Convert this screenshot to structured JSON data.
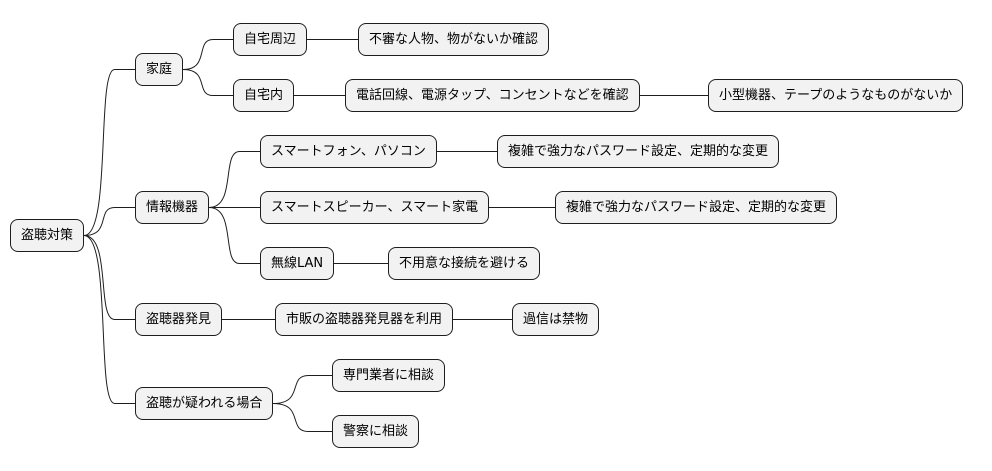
{
  "root": {
    "label": "盗聴対策"
  },
  "branches": [
    {
      "label": "家庭",
      "children": [
        {
          "label": "自宅周辺",
          "children": [
            {
              "label": "不審な人物、物がないか確認"
            }
          ]
        },
        {
          "label": "自宅内",
          "children": [
            {
              "label": "電話回線、電源タップ、コンセントなどを確認",
              "children": [
                {
                  "label": "小型機器、テープのようなものがないか"
                }
              ]
            }
          ]
        }
      ]
    },
    {
      "label": "情報機器",
      "children": [
        {
          "label": "スマートフォン、パソコン",
          "children": [
            {
              "label": "複雑で強力なパスワード設定、定期的な変更"
            }
          ]
        },
        {
          "label": "スマートスピーカー、スマート家電",
          "children": [
            {
              "label": "複雑で強力なパスワード設定、定期的な変更"
            }
          ]
        },
        {
          "label": "無線LAN",
          "children": [
            {
              "label": "不用意な接続を避ける"
            }
          ]
        }
      ]
    },
    {
      "label": "盗聴器発見",
      "children": [
        {
          "label": "市販の盗聴器発見器を利用",
          "children": [
            {
              "label": "過信は禁物"
            }
          ]
        }
      ]
    },
    {
      "label": "盗聴が疑われる場合",
      "children": [
        {
          "label": "専門業者に相談"
        },
        {
          "label": "警察に相談"
        }
      ]
    }
  ],
  "colors": {
    "node_fill": "#f2f2f2",
    "node_border": "#1e1e1e",
    "edge": "#1e1e1e",
    "text": "#000000"
  }
}
